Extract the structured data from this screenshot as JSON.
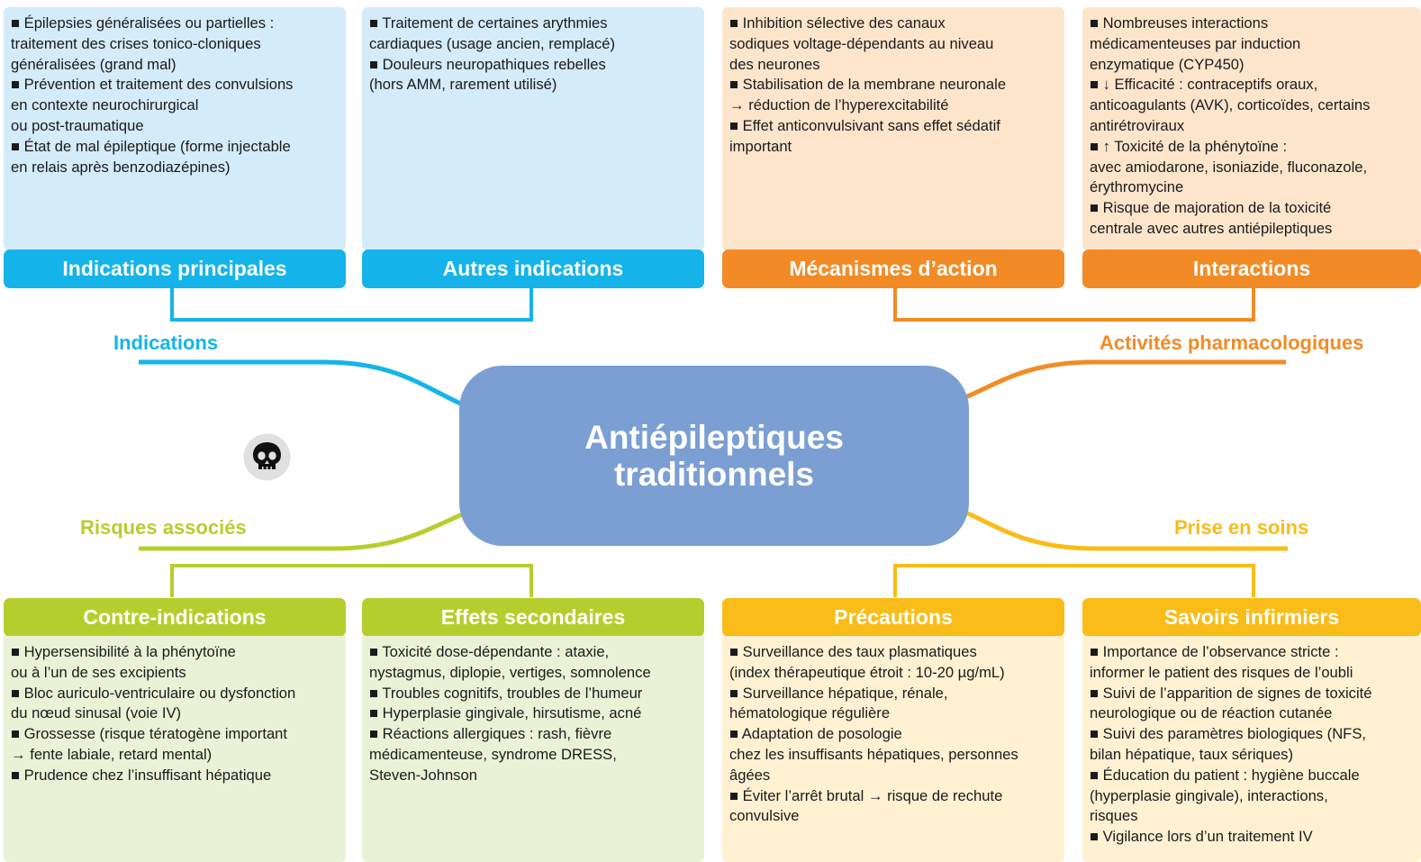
{
  "center": {
    "line1": "Antiépileptiques",
    "line2": "traditionnels"
  },
  "branches": {
    "indications": "Indications",
    "activites": "Activités pharmacologiques",
    "risques": "Risques associés",
    "soins": "Prise en soins"
  },
  "colors": {
    "blue": "#14b4ea",
    "orange": "#f28b26",
    "green": "#b4cf2d",
    "yellow": "#f9bc18",
    "center": "#7b9fd3"
  },
  "icons": {
    "risk": "skull-icon"
  },
  "sections": {
    "indications_principales": {
      "title": "Indications principales",
      "lines": [
        "■  Épilepsies généralisées ou partielles :",
        "traitement des crises tonico-cloniques",
        "généralisées (grand mal)",
        "■  Prévention et traitement des convulsions",
        "en contexte neurochirurgical",
        "ou post-traumatique",
        "■  État de mal épileptique (forme injectable",
        "en relais après benzodiazépines)"
      ]
    },
    "autres_indications": {
      "title": "Autres indications",
      "lines": [
        "■  Traitement de certaines arythmies",
        "cardiaques (usage ancien, remplacé)",
        "■  Douleurs neuropathiques rebelles",
        "(hors AMM, rarement utilisé)"
      ]
    },
    "mecanismes": {
      "title": "Mécanismes d’action",
      "lines": [
        "■  Inhibition sélective des canaux",
        "sodiques voltage-dépendants au niveau",
        "des neurones",
        "■  Stabilisation de la membrane neuronale",
        "→ réduction de l’hyperexcitabilité",
        "■  Effet anticonvulsivant sans effet sédatif",
        "important"
      ]
    },
    "interactions": {
      "title": "Interactions",
      "lines": [
        "■  Nombreuses interactions",
        "médicamenteuses par induction",
        "enzymatique (CYP450)",
        "■  ↓ Efficacité : contraceptifs oraux,",
        "anticoagulants (AVK), corticoïdes, certains",
        "antirétroviraux",
        "■  ↑ Toxicité de la phénytoïne :",
        "avec amiodarone, isoniazide, fluconazole,",
        "érythromycine",
        "■  Risque de majoration de la toxicité",
        "centrale avec autres antiépileptiques"
      ]
    },
    "contre_indications": {
      "title": "Contre-indications",
      "lines": [
        "■  Hypersensibilité à la phénytoïne",
        "ou à l’un de ses excipients",
        "■  Bloc auriculo-ventriculaire ou dysfonction",
        "du nœud sinusal (voie IV)",
        "■  Grossesse (risque tératogène important",
        "→ fente labiale, retard mental)",
        "■  Prudence chez l’insuffisant hépatique"
      ]
    },
    "effets_secondaires": {
      "title": "Effets secondaires",
      "lines": [
        "■  Toxicité dose-dépendante : ataxie,",
        "nystagmus, diplopie, vertiges, somnolence",
        "■  Troubles cognitifs, troubles de l’humeur",
        "■  Hyperplasie gingivale, hirsutisme, acné",
        "■  Réactions allergiques : rash, fièvre",
        "médicamenteuse, syndrome DRESS,",
        "Steven-Johnson"
      ]
    },
    "precautions": {
      "title": "Précautions",
      "lines": [
        "■  Surveillance des taux plasmatiques",
        "(index thérapeutique étroit : 10-20 µg/mL)",
        "■  Surveillance hépatique, rénale,",
        "hématologique régulière",
        "■  Adaptation de posologie",
        "chez les insuffisants hépatiques, personnes",
        "âgées",
        "■  Éviter l’arrêt brutal → risque de rechute",
        "convulsive"
      ]
    },
    "savoirs": {
      "title": "Savoirs infirmiers",
      "lines": [
        "■  Importance de l’observance stricte :",
        "informer le patient des risques de l’oubli",
        "■  Suivi de l’apparition de signes de toxicité",
        "neurologique ou de réaction cutanée",
        "■  Suivi des paramètres biologiques (NFS,",
        "bilan hépatique, taux sériques)",
        "■  Éducation du patient : hygiène buccale",
        "(hyperplasie gingivale), interactions,",
        "risques",
        "■  Vigilance lors d’un traitement IV"
      ]
    }
  }
}
